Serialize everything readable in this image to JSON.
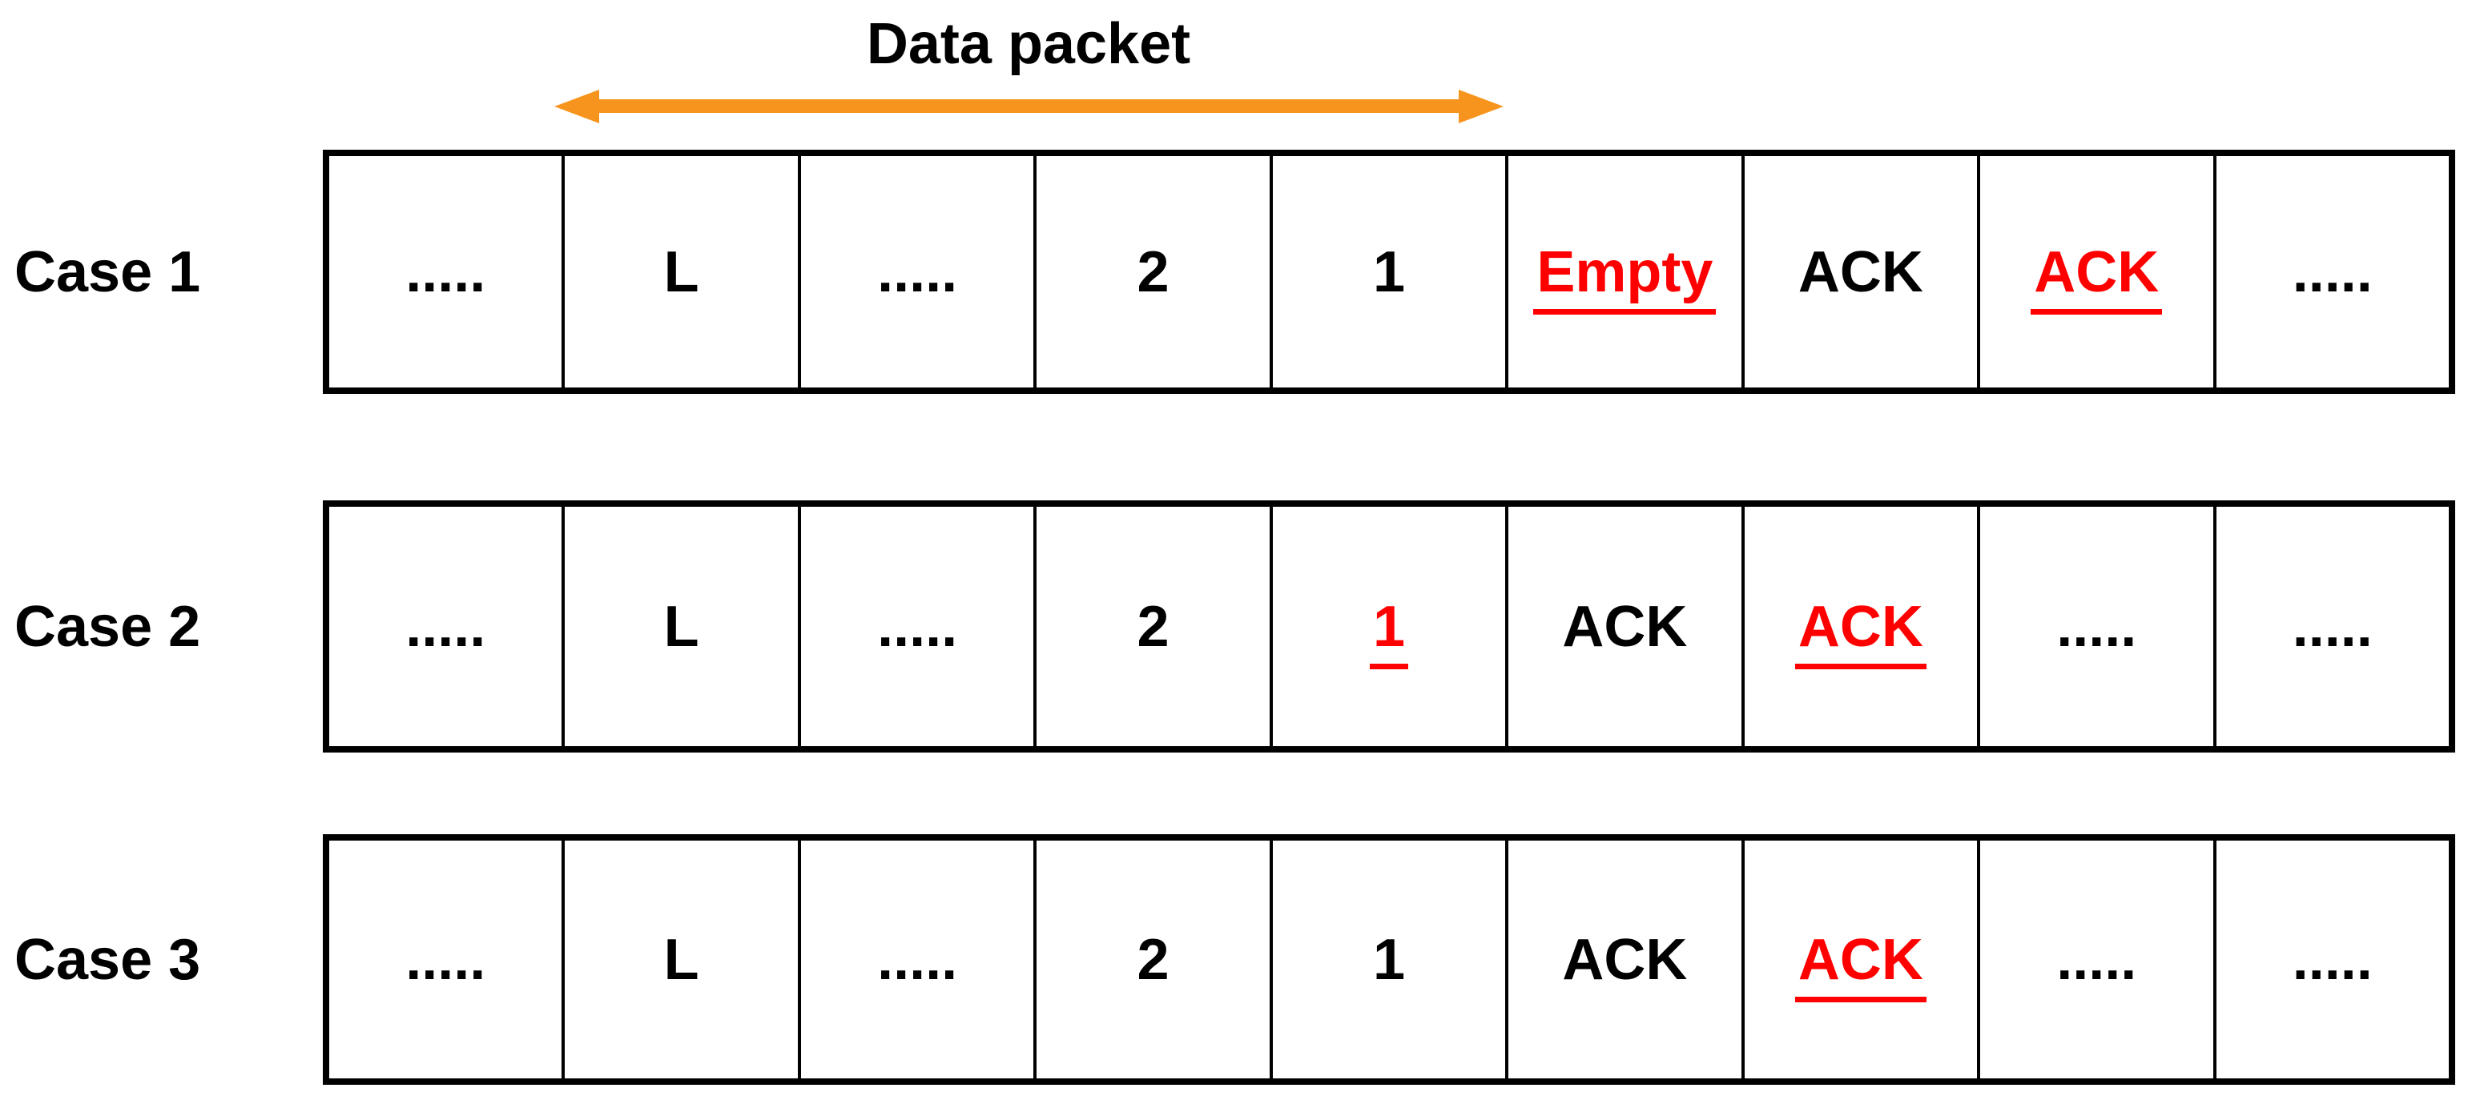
{
  "header": {
    "title": "Data packet"
  },
  "colors": {
    "accent_orange": "#F7941D",
    "highlight_red": "#FF0000",
    "text_black": "#000000",
    "border_black": "#000000",
    "background": "#FFFFFF"
  },
  "rows": [
    {
      "label": "Case 1",
      "cells": [
        {
          "text": ".....",
          "color": "black",
          "underline": false
        },
        {
          "text": "L",
          "color": "black",
          "underline": false
        },
        {
          "text": ".....",
          "color": "black",
          "underline": false
        },
        {
          "text": "2",
          "color": "black",
          "underline": false
        },
        {
          "text": "1",
          "color": "black",
          "underline": false
        },
        {
          "text": "Empty",
          "color": "red",
          "underline": true
        },
        {
          "text": "ACK",
          "color": "black",
          "underline": false
        },
        {
          "text": "ACK",
          "color": "red",
          "underline": true
        },
        {
          "text": ".....",
          "color": "black",
          "underline": false
        }
      ]
    },
    {
      "label": "Case 2",
      "cells": [
        {
          "text": ".....",
          "color": "black",
          "underline": false
        },
        {
          "text": "L",
          "color": "black",
          "underline": false
        },
        {
          "text": ".....",
          "color": "black",
          "underline": false
        },
        {
          "text": "2",
          "color": "black",
          "underline": false
        },
        {
          "text": "1",
          "color": "red",
          "underline": true
        },
        {
          "text": "ACK",
          "color": "black",
          "underline": false
        },
        {
          "text": "ACK",
          "color": "red",
          "underline": true
        },
        {
          "text": ".....",
          "color": "black",
          "underline": false
        },
        {
          "text": ".....",
          "color": "black",
          "underline": false
        }
      ]
    },
    {
      "label": "Case 3",
      "cells": [
        {
          "text": ".....",
          "color": "black",
          "underline": false
        },
        {
          "text": "L",
          "color": "black",
          "underline": false
        },
        {
          "text": ".....",
          "color": "black",
          "underline": false
        },
        {
          "text": "2",
          "color": "black",
          "underline": false
        },
        {
          "text": "1",
          "color": "black",
          "underline": false
        },
        {
          "text": "ACK",
          "color": "black",
          "underline": false
        },
        {
          "text": "ACK",
          "color": "red",
          "underline": true
        },
        {
          "text": ".....",
          "color": "black",
          "underline": false
        },
        {
          "text": ".....",
          "color": "black",
          "underline": false
        }
      ]
    }
  ]
}
